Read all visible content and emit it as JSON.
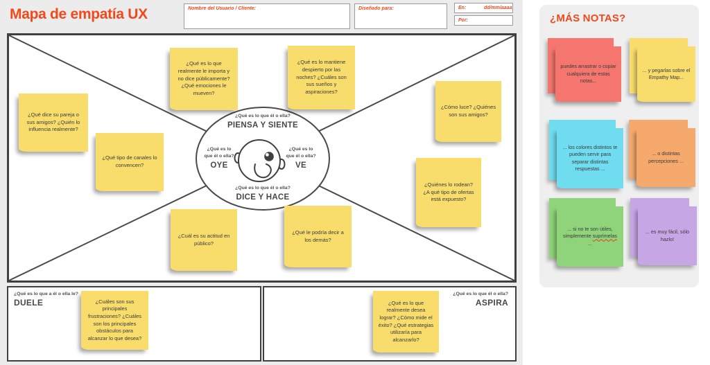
{
  "colors": {
    "accent": "#f1491c",
    "board_bg": "#ececec",
    "panel_bg": "#efefef",
    "note_yellow": "#f8dd6d",
    "line": "#4a4a4a"
  },
  "header": {
    "title": "Mapa de empatía UX",
    "fields": [
      {
        "label": "Nombre del Usuario / Cliente:",
        "value": ""
      },
      {
        "label": "Diseñado para:",
        "value": ""
      },
      {
        "label": "En:",
        "value": "dd/mm/aaaa"
      },
      {
        "label": "Por:",
        "value": ""
      }
    ]
  },
  "map": {
    "center": {
      "think_q": "¿Qué es lo que él o ella?",
      "think": "PIENSA Y SIENTE",
      "hear_q1": "¿Qué es lo",
      "hear_q2": "que él o ella?",
      "hear": "OYE",
      "see_q1": "¿Qué es lo",
      "see_q2": "que él o ella?",
      "see": "VE",
      "say_q": "¿Qué es lo que él o ella?",
      "say": "DICE Y HACE"
    },
    "notes": [
      {
        "text": "¿Qué es lo que realmente le importa y no dice públicamente? ¿Qué emociones le mueven?"
      },
      {
        "text": "¿Qué es lo mantiene despierto por las noches? ¿Cuáles son sus sueños y aspiraciones?"
      },
      {
        "text": "¿Qué dice su pareja o sus amigos? ¿Quién lo influencia realmente?"
      },
      {
        "text": "¿Qué tipo de canales lo convencen?"
      },
      {
        "text": "¿Cómo luce? ¿Quiénes son sus amigos?"
      },
      {
        "text": "¿Quiénes lo rodean? ¿A qué tipo de ofertas está expuesto?"
      },
      {
        "text": "¿Cuál es su actitud en público?"
      },
      {
        "text": "¿Qué le podría decir a los demás?"
      }
    ],
    "pain": {
      "question": "¿Qué es lo que a él o ella le?",
      "label": "DUELE",
      "note": "¿Cuáles son sus principales frustraciones? ¿Cuáles son los principales obstáculos para alcanzar lo que desea?"
    },
    "gain": {
      "question": "¿Qué es lo que él o ella?",
      "label": "ASPIRA",
      "note": "¿Qué es lo que realmente desea lograr? ¿Cómo mide el éxito? ¿Qué estrategias utilizaría para alcanzarlo?"
    }
  },
  "sidebar": {
    "title": "¿MÁS NOTAS?",
    "notes": [
      {
        "text": "puedes arrastrar o copiar cualquiera de estas notas...",
        "color": "#f4766e"
      },
      {
        "text": "... y pegarlas sobre el Empathy Map...",
        "color": "#f8dd6d"
      },
      {
        "text": "... los colores distintos te pueden servir para separar distintas respuestas ...",
        "color": "#70dcef"
      },
      {
        "text": "... o distintas percepciones ...",
        "color": "#f6a96c"
      },
      {
        "pre": "... si no te son útiles, simplemente ",
        "word": "suprímelas",
        "post": " ...",
        "color": "#8fd47b"
      },
      {
        "text": "... es muy fácil, sólo hazlo!",
        "color": "#c7a6e6"
      }
    ]
  }
}
